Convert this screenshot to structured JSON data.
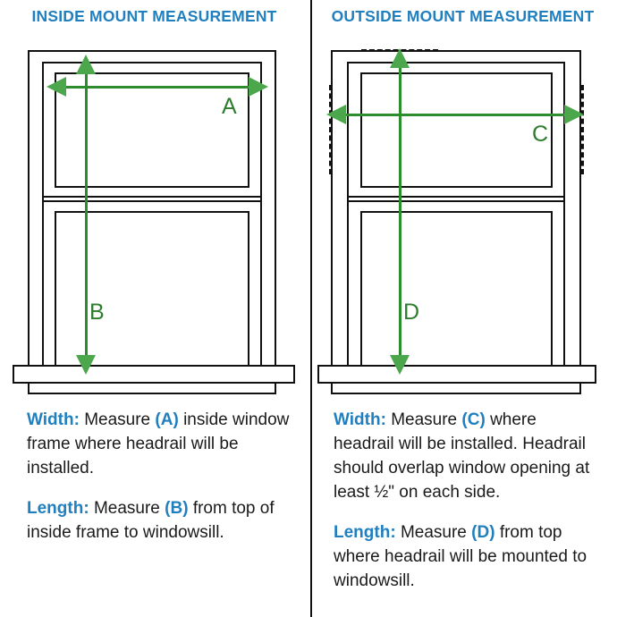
{
  "panels": {
    "left": {
      "title": "INSIDE MOUNT MEASUREMENT",
      "dimension_labels": {
        "width": "A",
        "length": "B"
      },
      "instructions": [
        {
          "keyword": "Width:",
          "before": "Measure",
          "letter": "(A)",
          "after": "inside window frame where headrail will be installed."
        },
        {
          "keyword": "Length:",
          "before": "Measure",
          "letter": "(B)",
          "after": "from top of inside frame to windowsill."
        }
      ]
    },
    "right": {
      "title": "OUTSIDE MOUNT MEASUREMENT",
      "dimension_labels": {
        "width": "C",
        "length": "D"
      },
      "instructions": [
        {
          "keyword": "Width:",
          "before": "Measure",
          "letter": "(C)",
          "after": "where headrail will be installed. Headrail should overlap window opening at least ½\" on each side."
        },
        {
          "keyword": "Length:",
          "before": "Measure",
          "letter": "(D)",
          "after": "from top where headrail will be mounted to windowsill."
        }
      ]
    }
  },
  "colors": {
    "heading_blue": "#1f7fbf",
    "arrow_green": "#2e8b2e",
    "arrowhead_green": "#4ca64c",
    "label_green": "#2e7d2e",
    "line_black": "#111111",
    "background": "#ffffff"
  }
}
